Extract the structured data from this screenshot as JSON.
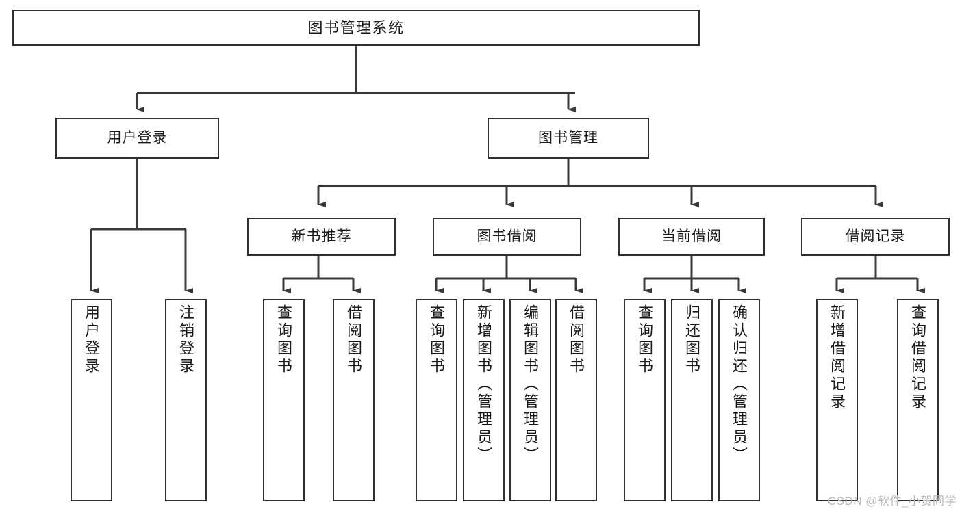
{
  "diagram": {
    "title": "图书管理系统",
    "type": "tree",
    "watermark": "CSDN @软件_小贺同学",
    "colors": {
      "box_border": "#2f2f2f",
      "box_fill": "#ffffff",
      "edge": "#3a3a3a",
      "text": "#1a1a1a",
      "watermark": "#b9b9b9",
      "background": "#ffffff"
    },
    "nodes": {
      "root": {
        "label": "图书管理系统"
      },
      "level1": [
        {
          "id": "user-login",
          "label": "用户登录"
        },
        {
          "id": "book-manage",
          "label": "图书管理"
        }
      ],
      "level2": [
        {
          "id": "new-book-recommend",
          "label": "新书推荐",
          "parent": "book-manage"
        },
        {
          "id": "book-borrow",
          "label": "图书借阅",
          "parent": "book-manage"
        },
        {
          "id": "current-borrow",
          "label": "当前借阅",
          "parent": "book-manage"
        },
        {
          "id": "borrow-record",
          "label": "借阅记录",
          "parent": "book-manage"
        }
      ],
      "leaves": {
        "user-login": [
          {
            "id": "leaf-user-login",
            "label": "用户登录"
          },
          {
            "id": "leaf-logout",
            "label": "注销登录"
          }
        ],
        "new-book-recommend": [
          {
            "id": "leaf-query-book-1",
            "label": "查询图书"
          },
          {
            "id": "leaf-borrow-book-1",
            "label": "借阅图书"
          }
        ],
        "book-borrow": [
          {
            "id": "leaf-query-book-2",
            "label": "查询图书"
          },
          {
            "id": "leaf-add-book",
            "label": "新增图书（管理员）"
          },
          {
            "id": "leaf-edit-book",
            "label": "编辑图书（管理员）"
          },
          {
            "id": "leaf-borrow-book-2",
            "label": "借阅图书"
          }
        ],
        "current-borrow": [
          {
            "id": "leaf-query-book-3",
            "label": "查询图书"
          },
          {
            "id": "leaf-return-book",
            "label": "归还图书"
          },
          {
            "id": "leaf-confirm-return",
            "label": "确认归还（管理员）"
          }
        ],
        "borrow-record": [
          {
            "id": "leaf-add-record",
            "label": "新增借阅记录"
          },
          {
            "id": "leaf-query-record",
            "label": "查询借阅记录"
          }
        ]
      }
    }
  }
}
